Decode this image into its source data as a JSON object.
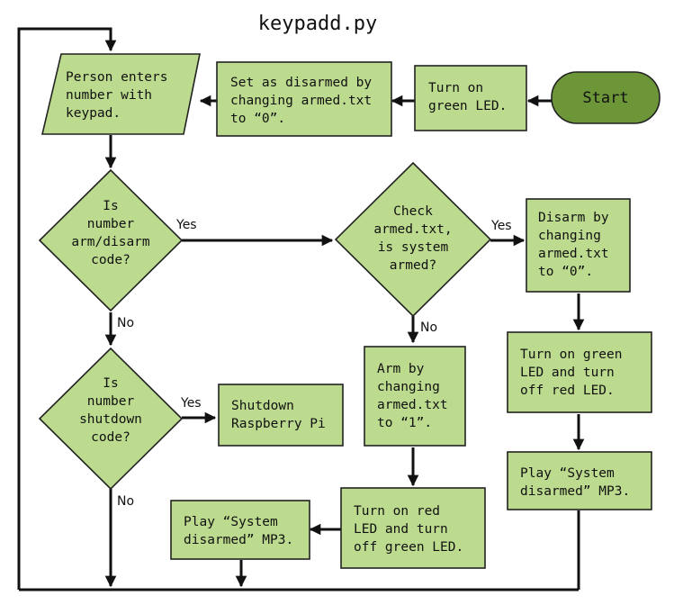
{
  "title": "keypadd.py",
  "nodes": {
    "start": [
      "Start"
    ],
    "turn_on_green": [
      "Turn on",
      "green LED."
    ],
    "set_disarmed": [
      "Set as disarmed by",
      "changing armed.txt",
      "to “0”."
    ],
    "person_enters": [
      "Person enters",
      "number with",
      "keypad."
    ],
    "is_arm_code": [
      "Is",
      "number",
      "arm/disarm",
      "code?"
    ],
    "check_armed": [
      "Check",
      "armed.txt,",
      "is system",
      "armed?"
    ],
    "disarm_change": [
      "Disarm by",
      "changing",
      "armed.txt",
      "to “0”."
    ],
    "turn_on_green_off_red": [
      "Turn on green",
      "LED and turn",
      "off red LED."
    ],
    "play_disarmed_right": [
      "Play “System",
      "disarmed” MP3."
    ],
    "arm_change": [
      "Arm by",
      "changing",
      "armed.txt",
      "to “1”."
    ],
    "turn_on_red_off_green": [
      "Turn on red",
      "LED and turn",
      "off green LED."
    ],
    "play_disarmed_left": [
      "Play “System",
      "disarmed” MP3."
    ],
    "is_shutdown_code": [
      "Is",
      "number",
      "shutdown",
      "code?"
    ],
    "shutdown_pi": [
      "Shutdown",
      "Raspberry Pi"
    ]
  },
  "edge_labels": {
    "arm_yes": "Yes",
    "arm_no": "No",
    "armed_yes": "Yes",
    "armed_no": "No",
    "shutdown_yes": "Yes",
    "shutdown_no": "No"
  }
}
